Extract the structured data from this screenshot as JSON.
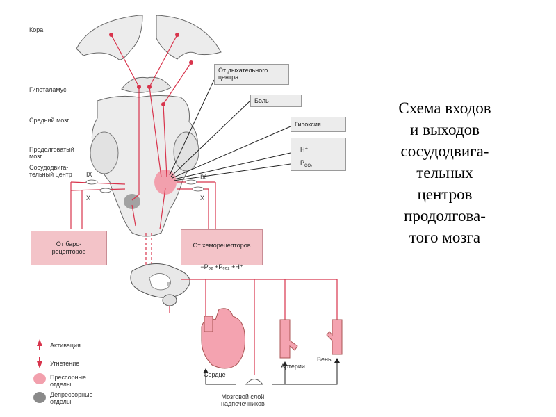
{
  "caption": [
    "Схема входов",
    "и выходов",
    "сосудодвига-",
    "тельных",
    "центров",
    "продолгова-",
    "того мозга"
  ],
  "brain_labels": {
    "cortex": "Кора",
    "hypothalamus": "Гипоталамус",
    "midbrain": "Средний мозг",
    "medulla": "Продолговатый\nмозг",
    "vasomotor_center": "Сосудодвига-\nтельный центр"
  },
  "nerves": {
    "ix_left": "IX",
    "x_left": "X",
    "ix_right": "IX",
    "x_right": "X",
    "spinal": "II"
  },
  "inputs": {
    "respiratory": "От дыхательного\nцентра",
    "pain": "Боль",
    "hypoxia": "Гипоксия",
    "hydrogen": "H⁺",
    "pco2": "P",
    "pco2_sub": "CO₂"
  },
  "baroreceptors": "От баро-\nрецепторов",
  "chemoreceptors": {
    "title": "От хеморецепторов",
    "formula": "−Pₒ₂ +Pₑₒ₂ +H⁺"
  },
  "organs": {
    "heart": "Сердце",
    "arteries": "Артерии",
    "veins": "Вены",
    "adrenal": "Мозговой слой\nнадпочечников"
  },
  "legend": {
    "activation": "Активация",
    "inhibition": "Угнетение",
    "pressor": "Прессорные\nотделы",
    "depressor": "Депрессорные\nотделы"
  },
  "colors": {
    "pathway": "#d8344c",
    "pressor": "#f2a0ad",
    "depressor": "#8a8a8a"
  }
}
